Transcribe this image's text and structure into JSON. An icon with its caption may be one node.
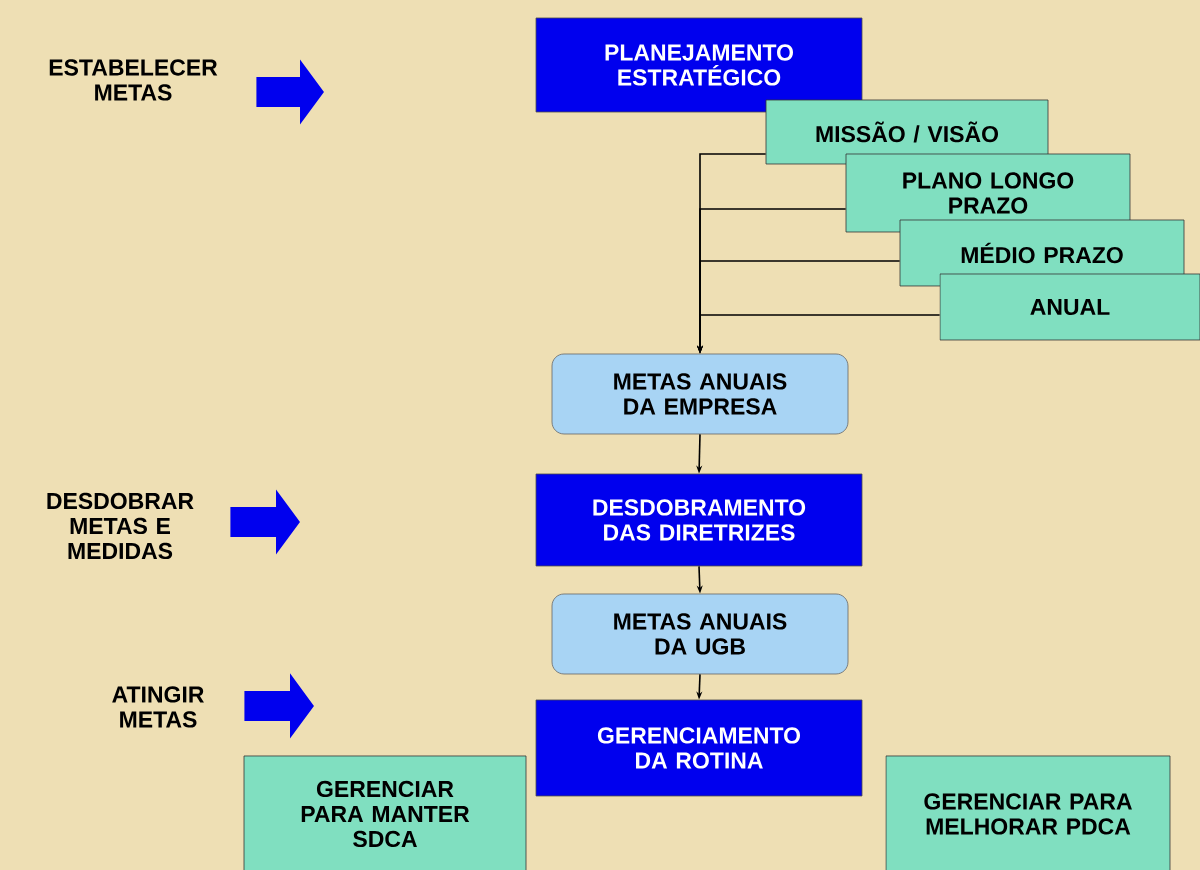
{
  "diagram": {
    "nodes": [
      {
        "text": [
          "ESTABELECER METAS"
        ]
      },
      {
        "text": [
          "PLANEJAMENTO ESTRATÉGICO"
        ]
      },
      {
        "text": [
          "MISSÃO / VISÃO"
        ]
      },
      {
        "text": [
          "PLANO LONGO PRAZO"
        ]
      },
      {
        "text": [
          "MÉDIO PRAZO"
        ]
      },
      {
        "text": [
          "ANUAL"
        ]
      },
      {
        "text": [
          "METAS ANUAIS DA EMPRESA"
        ]
      },
      {
        "text": [
          "DESDOBRAR METAS E MEDIDAS"
        ]
      },
      {
        "text": [
          "DESDOBRAMENTO DAS DIRETRIZES"
        ]
      },
      {
        "text": [
          "METAS ANUAIS DA UGB"
        ]
      },
      {
        "text": [
          "ATINGIR METAS"
        ]
      },
      {
        "text": [
          "GERENCIAMENTO DA ROTINA"
        ]
      },
      {
        "text": [
          "GERENCIAR PARA MANTER SDCA"
        ]
      },
      {
        "text": [
          "GERENCIAR PARA MELHORAR PDCA"
        ]
      }
    ],
    "edges": [
      {
        "from": 0,
        "to": null,
        "arrow": "to",
        "style": "thick",
        "color": "#0000ee"
      },
      {
        "from": 2,
        "to": 6,
        "arrow": "to"
      },
      {
        "from": 3,
        "to": 6,
        "arrow": "to"
      },
      {
        "from": 4,
        "to": 6,
        "arrow": "to"
      },
      {
        "from": 5,
        "to": 6,
        "arrow": "to"
      },
      {
        "from": 6,
        "to": 8,
        "arrow": "to"
      },
      {
        "from": 7,
        "to": null,
        "arrow": "to",
        "style": "thick",
        "color": "#0000ee"
      },
      {
        "from": 8,
        "to": 9,
        "arrow": "to"
      },
      {
        "from": 10,
        "to": null,
        "arrow": "to",
        "style": "thick",
        "color": "#0000ee"
      },
      {
        "from": 9,
        "to": 11,
        "arrow": "to"
      }
    ]
  }
}
